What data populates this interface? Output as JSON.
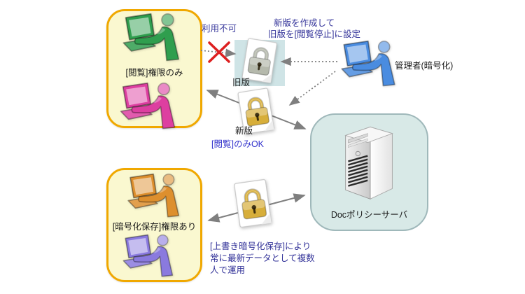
{
  "colors": {
    "page_bg": "#ffffff",
    "group_fill": "#faf8d0",
    "group_border": "#f0a800",
    "server_fill": "#d8e9e7",
    "server_border": "#9fb8ba",
    "oldver_backdrop": "#cfe4e6",
    "navy_text": "#333399",
    "blue_text": "#3333cc",
    "black_text": "#1a1a1a",
    "arrow_gray": "#7f7f7f",
    "red_x": "#dd1f1f",
    "lock_gold": "#d7ae3a",
    "lock_gray": "#b5b9ac",
    "user_green": "#2f9e4e",
    "user_pink": "#dd3fa0",
    "user_orange": "#dd8f2e",
    "user_purple": "#8a7ade",
    "user_blue": "#4a8ce0"
  },
  "nodes": {
    "view_group": {
      "label": "[閲覧]権限のみ"
    },
    "save_group": {
      "label": "[暗号化保存]権限あり"
    },
    "server": {
      "label": "Docポリシーサーバ"
    },
    "admin": {
      "label": "管理者(暗号化)"
    },
    "old_version": {
      "label": "旧版"
    },
    "new_version": {
      "label": "新版"
    }
  },
  "annotations": {
    "unavailable": "利用不可",
    "admin_note_line1": "新版を作成して",
    "admin_note_line2": "旧版を[閲覧停止]に設定",
    "view_ok": "[閲覧]のみOK",
    "overwrite_line1": "[上書き暗号化保存]により",
    "overwrite_line2": "常に最新データとして複数",
    "overwrite_line3": "人で運用"
  },
  "icons": {
    "person_laptop": "person-with-laptop-icon",
    "locked_document": "locked-document-icon",
    "server_tower": "server-tower-icon",
    "red_cross": "red-cross-icon"
  }
}
